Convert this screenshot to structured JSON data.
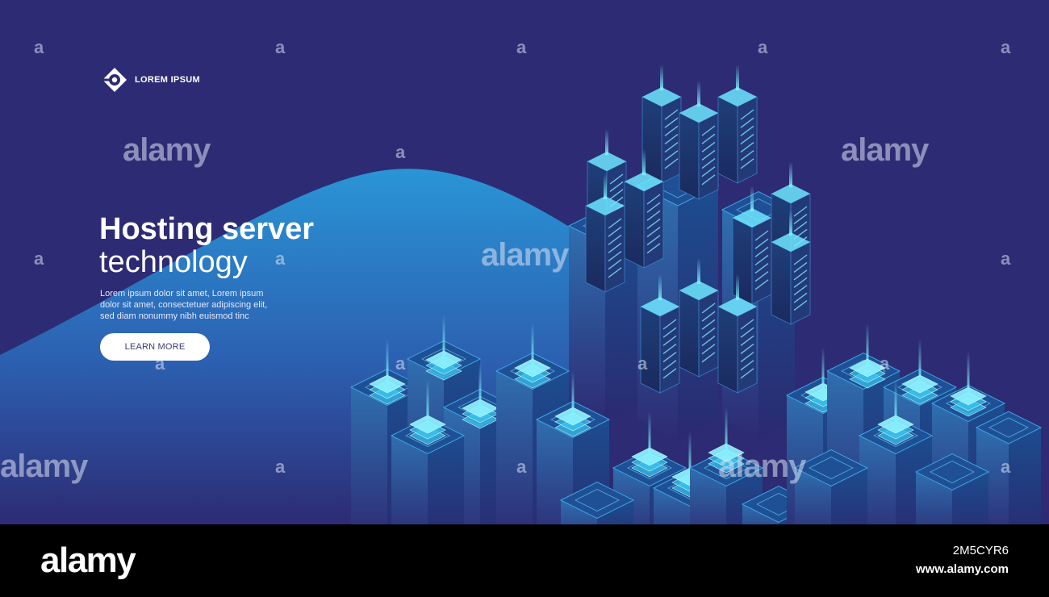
{
  "hero": {
    "brand": {
      "name": "LOREM IPSUM",
      "logo_icon": "circle-dot-logo-icon"
    },
    "headline": "Hosting server",
    "subheadline": "technology",
    "body_lines": [
      "Lorem ipsum dolor sit amet, Lorem ipsum",
      "dolor sit amet, consectetuer adipiscing elit,",
      "sed diam nonummy nibh euismod tinc"
    ],
    "cta_label": "LEARN MORE",
    "illustration": "isometric-server-racks-illustration",
    "colors": {
      "background": "#2d2b73",
      "hill": "#2a8ecf",
      "rack": "#1d3b74",
      "glow": "#5fe6ff"
    }
  },
  "watermark": {
    "brand": "alamy",
    "mark": "a"
  },
  "footer": {
    "logo": "alamy",
    "image_id": "2M5CYR6",
    "url": "www.alamy.com"
  }
}
